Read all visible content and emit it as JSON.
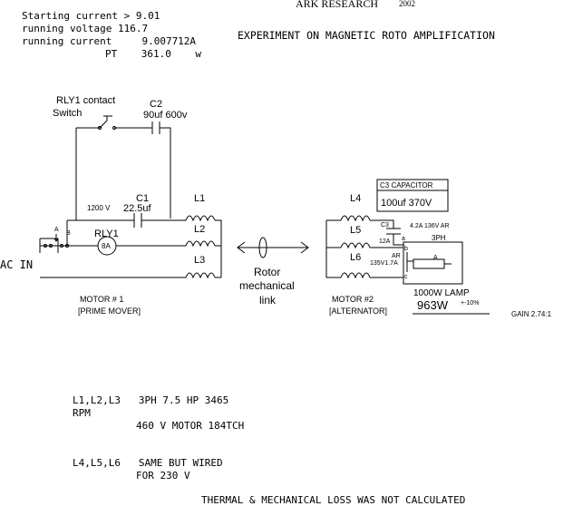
{
  "readings": {
    "starting_current": "Starting current > 9.01",
    "running_voltage": "running voltage 116.7",
    "running_current": "running current     9.007712A",
    "pt": "PT    361.0    w"
  },
  "header": {
    "org": "ARK RESEARCH",
    "year": "2002",
    "title": "EXPERIMENT ON MAGNETIC ROTO AMPLIFICATION"
  },
  "motor1_circuit": {
    "rly1_contact": "RLY1 contact",
    "switch": "Switch",
    "c2_name": "C2",
    "c2_value": "90uf 600v",
    "c1_name": "C1",
    "c1_voltage": "1200 V",
    "c1_value": "22.5uf",
    "l1": "L1",
    "l2": "L2",
    "l3": "L3",
    "rly1": "RLY1",
    "meter": "8A",
    "ac_in": "AC IN",
    "pin_a": "A",
    "pin_b": "B",
    "motor_name": "MOTOR # 1",
    "motor_role": "[PRIME MOVER]"
  },
  "link": {
    "line1": "Rotor",
    "line2": "mechanical",
    "line3": "link"
  },
  "motor2_circuit": {
    "c3_box_title": "C3 CAPACITOR",
    "c3_box_value": "100uf 370V",
    "l4": "L4",
    "l5": "L5",
    "l6": "L6",
    "c3": "C3",
    "c3_reading": "4.2A 136V AR",
    "current_12a": "12A",
    "ar": "AR",
    "ar_reading": "135V1.7A",
    "node_a": "a",
    "node_b": "b",
    "node_c": "c",
    "phase": "3PH",
    "pin_a": "A",
    "motor_name": "MOTOR #2",
    "motor_role": "[ALTERNATOR]",
    "lamp_label": "1000W LAMP",
    "lamp_power": "963W",
    "lamp_tolerance": "+-10%",
    "gain": "GAIN 2.74:1"
  },
  "notes": {
    "motors_l1": "L1,L2,L3   3PH 7.5 HP 3465",
    "rpm": "RPM",
    "motors_460": "460 V MOTOR 184TCH",
    "motors_l4": "L4,L5,L6   SAME BUT WIRED",
    "motors_230": "FOR 230 V",
    "loss": "THERMAL & MECHANICAL LOSS WAS NOT CALCULATED"
  }
}
